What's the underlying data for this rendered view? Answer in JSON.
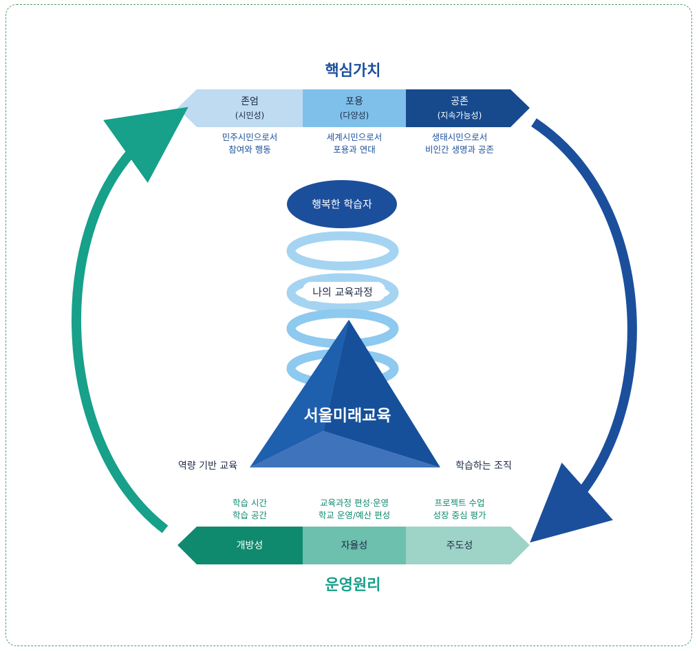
{
  "core_values": {
    "title": "핵심가치",
    "items": [
      {
        "name": "존엄",
        "sub": "(시민성)",
        "desc1": "민주시민으로서",
        "desc2": "참여와 행동"
      },
      {
        "name": "포용",
        "sub": "(다양성)",
        "desc1": "세계시민으로서",
        "desc2": "포용과 연대"
      },
      {
        "name": "공존",
        "sub": "(지속가능성)",
        "desc1": "생태시민으로서",
        "desc2": "비인간 생명과 공존"
      }
    ]
  },
  "center": {
    "learner": "행복한 학습자",
    "curriculum": "나의 교육과정",
    "pyramid": "서울미래교육",
    "left_label": "역량 기반 교육",
    "right_label": "학습하는 조직"
  },
  "operating_principles": {
    "title": "운영원리",
    "items": [
      {
        "name": "개방성",
        "desc1": "학습 시간",
        "desc2": "학습 공간"
      },
      {
        "name": "자율성",
        "desc1": "교육과정 편성·운영",
        "desc2": "학교 운영/예산 편성"
      },
      {
        "name": "주도성",
        "desc1": "프로젝트 수업",
        "desc2": "성장 중심 평가"
      }
    ]
  },
  "colors": {
    "navy": "#1b4f9c",
    "dark_navy": "#164a8c",
    "light_blue": "#bedbf2",
    "mid_blue": "#7fc0ea",
    "teal": "#17a08a",
    "dark_teal": "#0f8a6e",
    "mid_teal": "#6dbfae",
    "light_teal": "#9ed3c7"
  }
}
